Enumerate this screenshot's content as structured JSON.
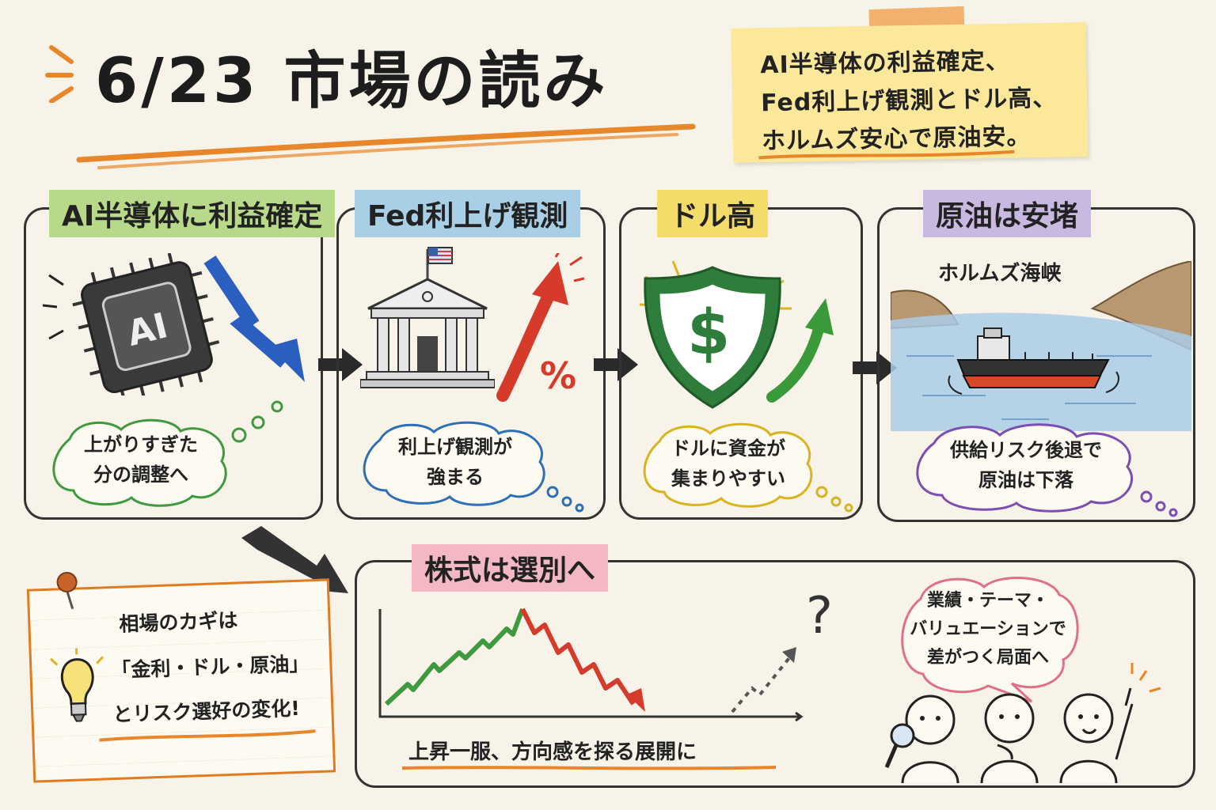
{
  "title": "6/23 市場の読み",
  "summary_note": {
    "lines": [
      "AI半導体の利益確定、",
      "Fed利上げ観測とドル高、",
      "ホルムズ安心で原油安。"
    ]
  },
  "panels": [
    {
      "title": "AI半導体に利益確定",
      "chip_label": "AI",
      "bubble_lines": [
        "上がりすぎた",
        "分の調整へ"
      ],
      "color": "#b9d98a",
      "bubble_color": "#3f9a3f"
    },
    {
      "title": "Fed利上げ観測",
      "symbol": "%",
      "bubble_lines": [
        "利上げ観測が",
        "強まる"
      ],
      "color": "#a9cfe6",
      "bubble_color": "#2f6fb3"
    },
    {
      "title": "ドル高",
      "symbol": "$",
      "bubble_lines": [
        "ドルに資金が",
        "集まりやすい"
      ],
      "color": "#f4dc6a",
      "bubble_color": "#d9b320"
    },
    {
      "title": "原油は安堵",
      "place_label": "ホルムズ海峡",
      "bubble_lines": [
        "供給リスク後退で",
        "原油は下落"
      ],
      "color": "#c9b8e0",
      "bubble_color": "#7a4fb0"
    }
  ],
  "stocks": {
    "title": "株式は選別へ",
    "color": "#f3b8c4",
    "question_mark": "?",
    "caption": "上昇一服、方向感を探る展開に",
    "bubble_lines": [
      "業績・テーマ・",
      "バリュエーションで",
      "差がつく局面へ"
    ],
    "bubble_color": "#e0708a"
  },
  "key_card": {
    "lines": [
      "相場のカギは",
      "「金利・ドル・原油」",
      "とリスク選好の変化!"
    ]
  },
  "colors": {
    "orange_accent": "#e8862a",
    "down_blue": "#2a5fc0",
    "up_red": "#d63a2a",
    "up_green": "#3a9a3a"
  }
}
